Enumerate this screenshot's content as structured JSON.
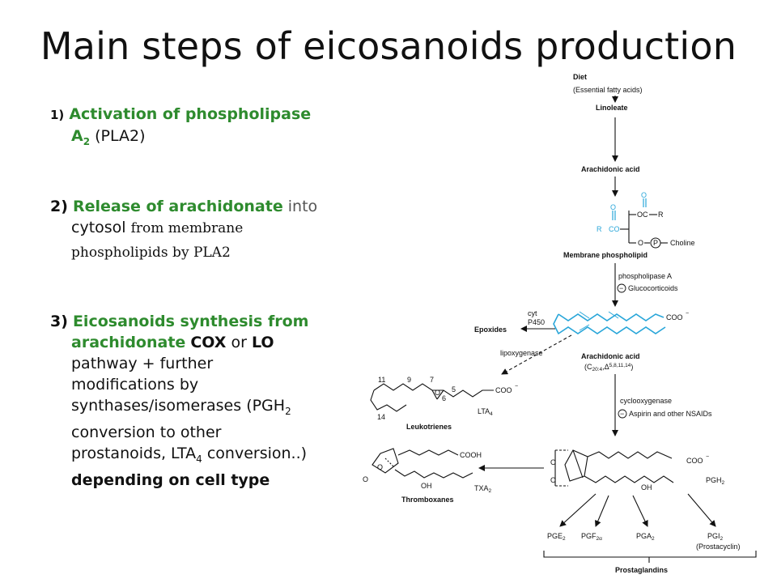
{
  "title": "Main steps of eicosanoids production",
  "steps": [
    {
      "num": "1)",
      "a": "Activation of phospholipase",
      "b": "A",
      "b_sub": "2",
      "c": "(PLA2)"
    },
    {
      "num": "2)",
      "a": "Release of arachidonate",
      "b": "into",
      "c": "cytosol",
      "d": "from membrane",
      "e": "phospholipids by PLA2"
    },
    {
      "num": "3)",
      "a": "Eicosanoids synthesis from",
      "b": "arachidonate",
      "c": "COX",
      "d": "or",
      "e": "LO",
      "f": "pathway + further",
      "g": "modifications by",
      "h": "synthases/isomerases (PGH",
      "h_sub": "2",
      "i": "conversion to other",
      "j": "prostanoids, LTA",
      "j_sub": "4",
      "k": "conversion..)",
      "l": "depending on cell type"
    }
  ],
  "diagram": {
    "diet": "Diet",
    "essential": "(Essential fatty acids)",
    "linoleate": "Linoleate",
    "arachidonic_top": "Arachidonic acid",
    "phosphate_oc": "OC",
    "phosphate_r1": "R",
    "phosphate_r2": "R",
    "phosphate_co": "CO",
    "phosphate_o": "O",
    "phosphate_p": "P",
    "choline": "Choline",
    "membrane": "Membrane phospholipid",
    "pla2": "phospholipase A",
    "gluco": "Glucocorticoids",
    "minus": "−",
    "cyt": "cyt",
    "p450": "P450",
    "epoxides": "Epoxides",
    "coo": "COO",
    "coo_sup": "−",
    "lipoxygenase": "lipoxygenase",
    "arachidonic_mid": "Arachidonic acid",
    "notation": "(C",
    "notation_sub": "20:4",
    "notation_mid": ",Δ",
    "notation_sup": "5,8,11,14",
    "notation_end": ")",
    "n11": "11",
    "n9": "9",
    "n7": "7",
    "n6": "6",
    "n5": "5",
    "n14": "14",
    "lta4": "LTA",
    "lta4_sub": "4",
    "leukotrienes": "Leukotrienes",
    "cox": "cyclooxygenase",
    "aspirin": "Aspirin and other NSAIDs",
    "cooh": "COOH",
    "o": "O",
    "oh": "OH",
    "txa2": "TXA",
    "txa2_sub": "2",
    "thromboxanes": "Thromboxanes",
    "pgh2": "PGH",
    "pgh2_sub": "2",
    "pge2": "PGE",
    "pge2_sub": "2",
    "pgf2a": "PGF",
    "pgf2a_sub": "2α",
    "pga2": "PGA",
    "pga2_sub": "2",
    "pgi2": "PGI",
    "pgi2_sub": "2",
    "prostacyclin": "(Prostacyclin)",
    "prostaglandins": "Prostaglandins"
  }
}
